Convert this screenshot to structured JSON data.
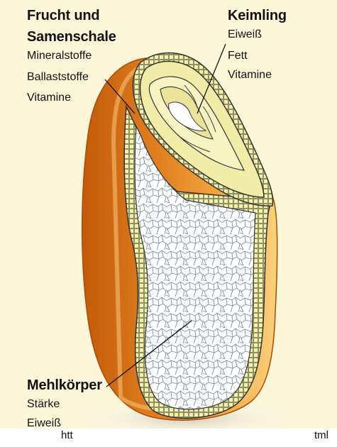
{
  "labels": {
    "fruit_seed_coat": {
      "heading_line1": "Frucht und",
      "heading_line2": "Samenschale",
      "items": [
        "Mineralstoffe",
        "Ballaststoffe",
        "Vitamine"
      ]
    },
    "germ": {
      "heading": "Keimling",
      "items": [
        "Eiweiß",
        "Fett",
        "Vitamine"
      ]
    },
    "endosperm": {
      "heading": "Mehlkörper",
      "items": [
        "Stärke",
        "Eiweiß"
      ]
    }
  },
  "footer": {
    "url_left": "htt",
    "url_right": "tml"
  },
  "colors": {
    "background": "#fcf7d9",
    "husk_dark": "#c9640e",
    "husk_mid": "#e9902a",
    "husk_light": "#f8c46a",
    "aleurone": "#f5eea8",
    "germ_fill": "#f1eba8",
    "cell_line": "#7a8a96",
    "outline": "#222222"
  }
}
